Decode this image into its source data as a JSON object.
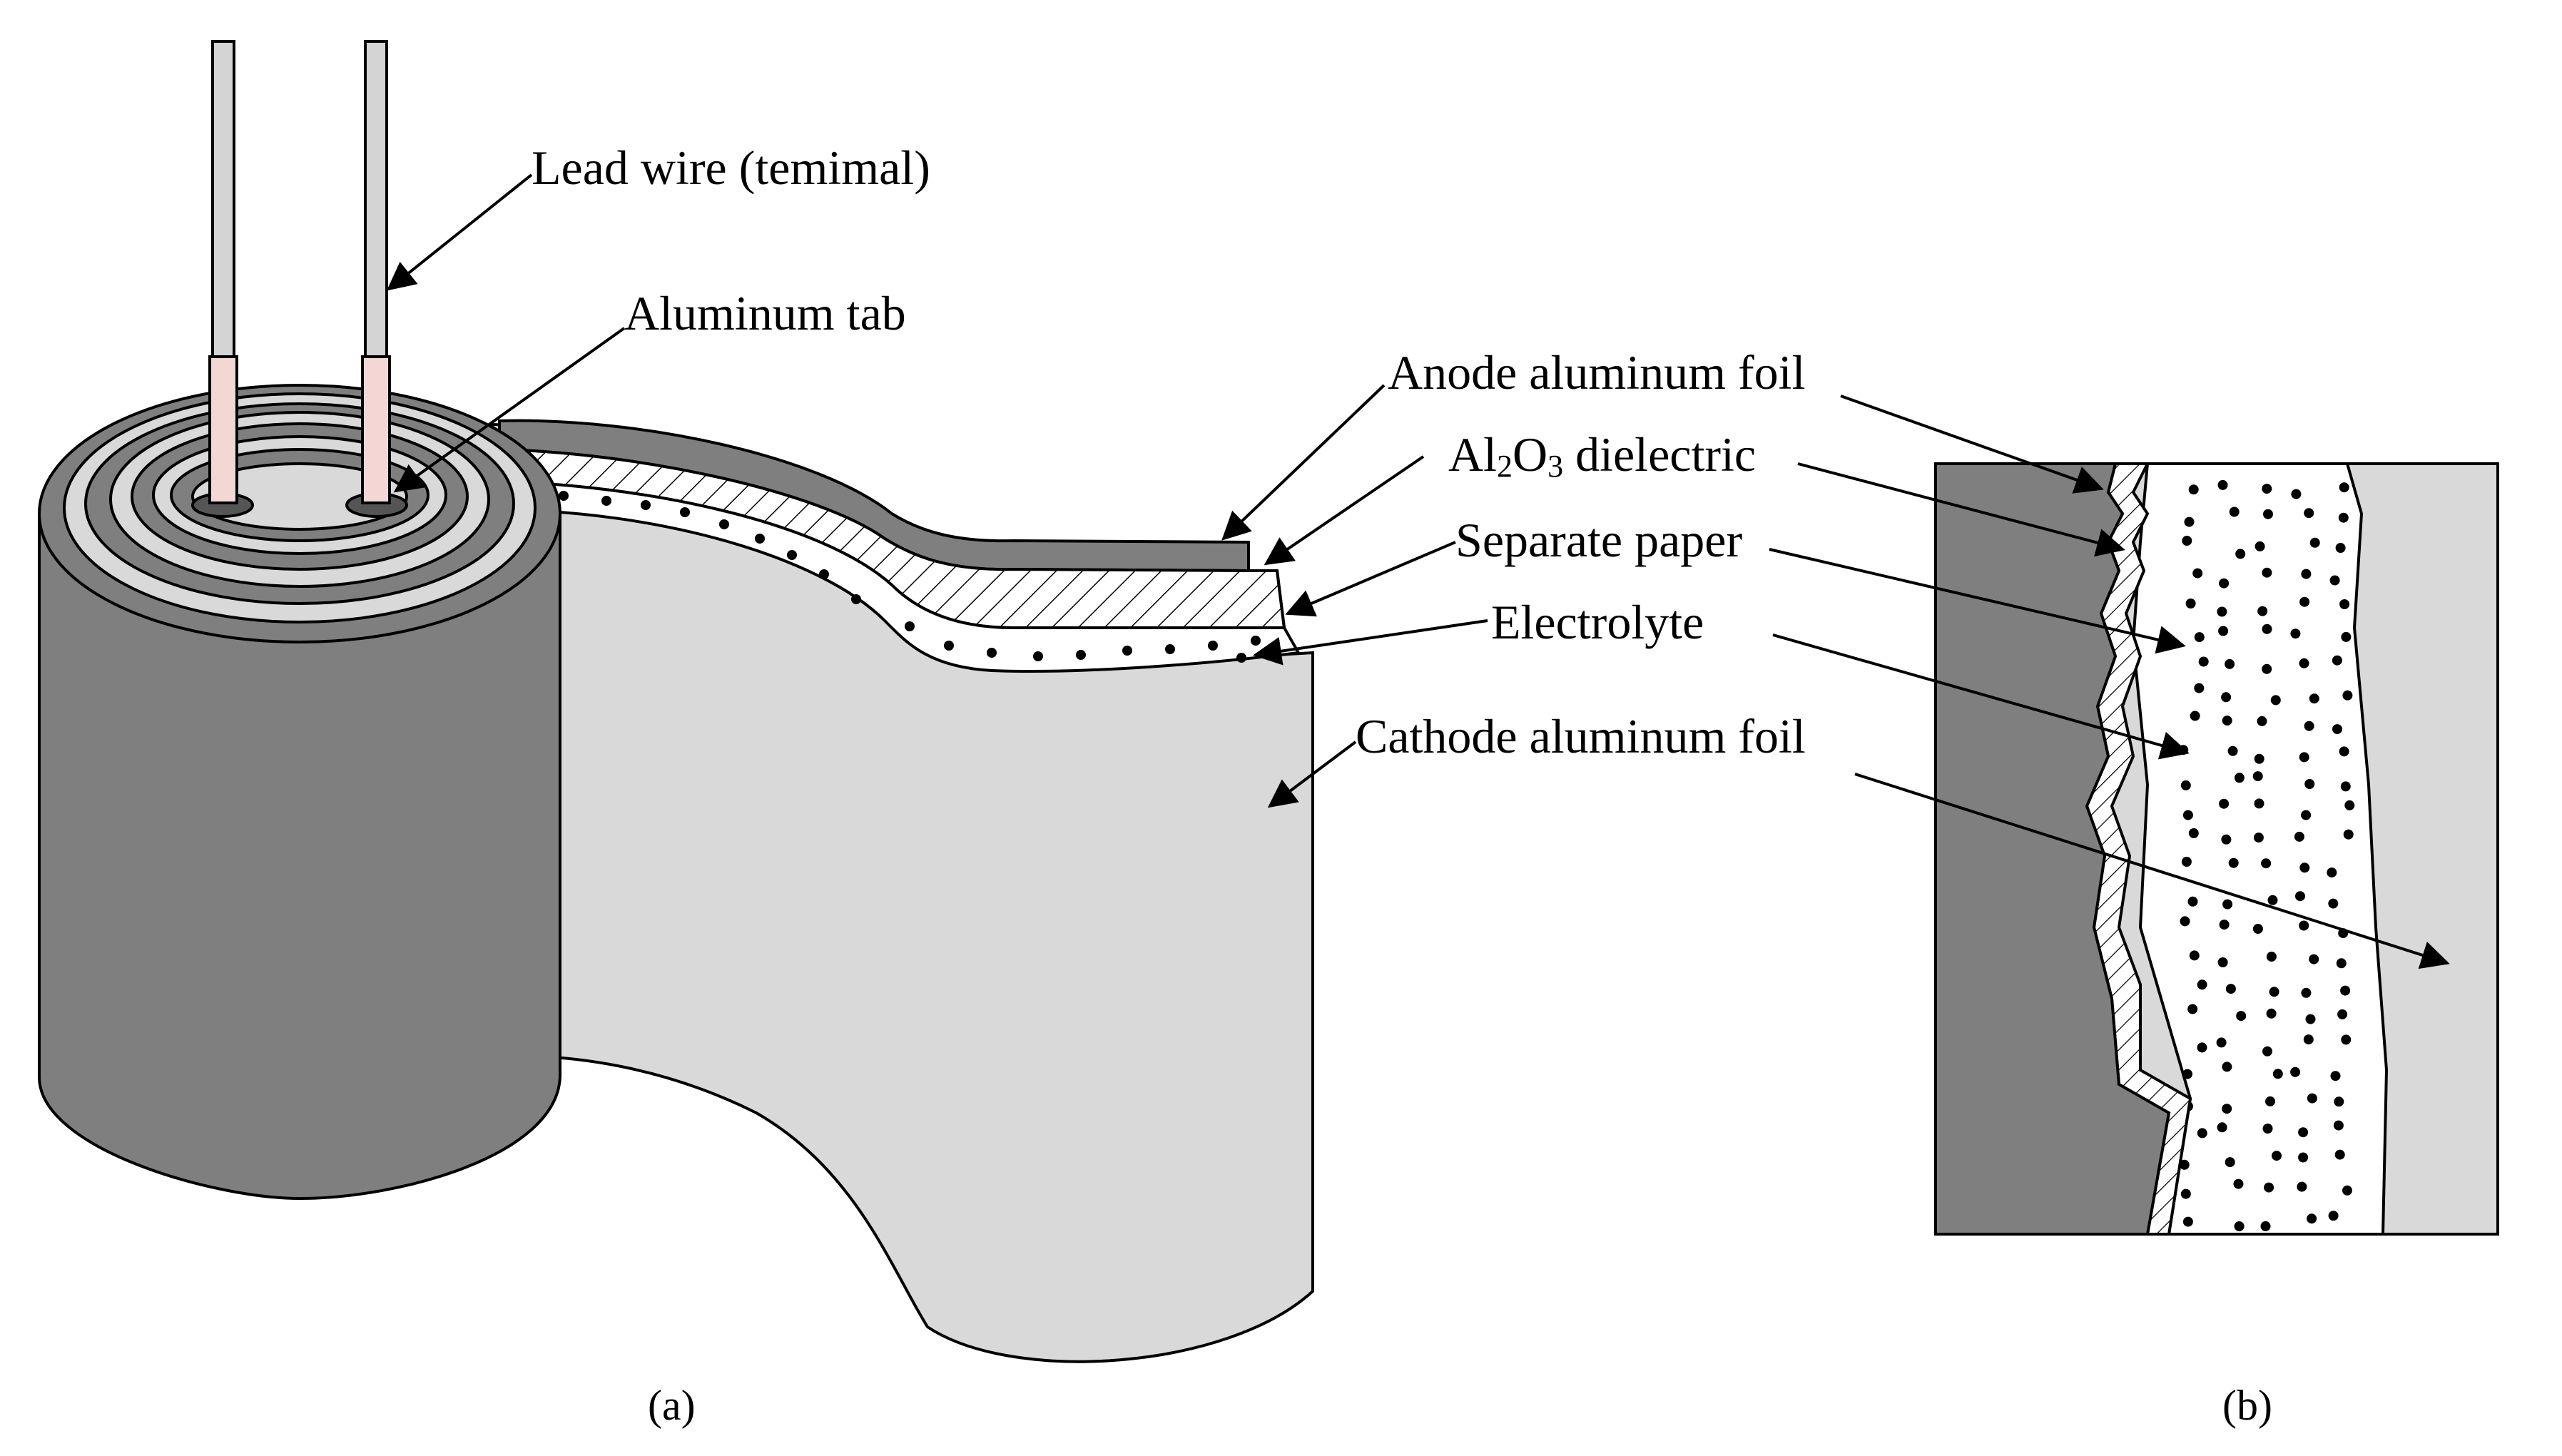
{
  "labels": {
    "lead_wire": "Lead wire (temimal)",
    "aluminum_tab": "Aluminum tab",
    "anode_foil": "Anode aluminum foil",
    "dielectric_prefix": "Al",
    "dielectric_sub1": "2",
    "dielectric_mid": "O",
    "dielectric_sub2": "3",
    "dielectric_suffix": " dielectric",
    "separator": "Separate paper",
    "electrolyte": "Electrolyte",
    "cathode_foil": "Cathode aluminum foil"
  },
  "captions": {
    "a": "(a)",
    "b": "(b)"
  },
  "colors": {
    "dark_gray": "#7f7f7f",
    "light_gray": "#d9d9d9",
    "lead_wire": "#d4d4d4",
    "tab_pink": "#f2d7d5",
    "outline": "#000000",
    "background": "#ffffff"
  }
}
